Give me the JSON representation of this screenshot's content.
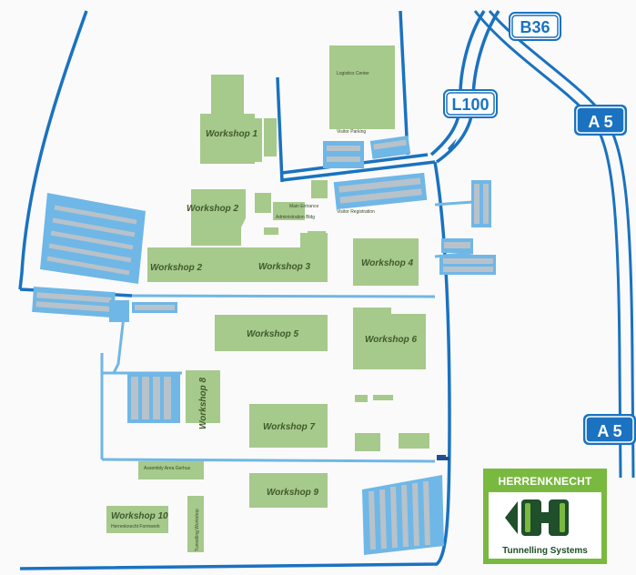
{
  "roads": {
    "b36": "B36",
    "l100": "L100",
    "a5_top": "A 5",
    "a5_bottom": "A 5"
  },
  "buildings": {
    "ws1": "Workshop 1",
    "ws2a": "Workshop 2",
    "ws2b": "Workshop 2",
    "ws3": "Workshop 3",
    "ws4": "Workshop 4",
    "ws5": "Workshop 5",
    "ws6": "Workshop 6",
    "ws7": "Workshop 7",
    "ws8": "Workshop 8",
    "ws9": "Workshop 9",
    "ws10": "Workshop 10",
    "ws10_sub": "Herrenknecht Formwork",
    "logistics": "Logistics Center",
    "assembly": "Assembly Area Gerhus",
    "tunnelling_ws": "Tunnelling Workshop",
    "main_entrance": "Main Entrance",
    "admin": "Administration Bldg",
    "visitor_reg": "Visitor Registration",
    "visitor_parking": "Visitor Parking"
  },
  "logo": {
    "brand": "HERRENKNECHT",
    "tagline": "Tunnelling Systems"
  },
  "colors": {
    "road": "#1a72c0",
    "internal_road": "#6fb7e6",
    "building": "#a6c98c",
    "parking": "#a8b4be",
    "shield": "#1a72c0",
    "logo_green": "#7ab93f",
    "logo_dark": "#1f4f2b"
  }
}
